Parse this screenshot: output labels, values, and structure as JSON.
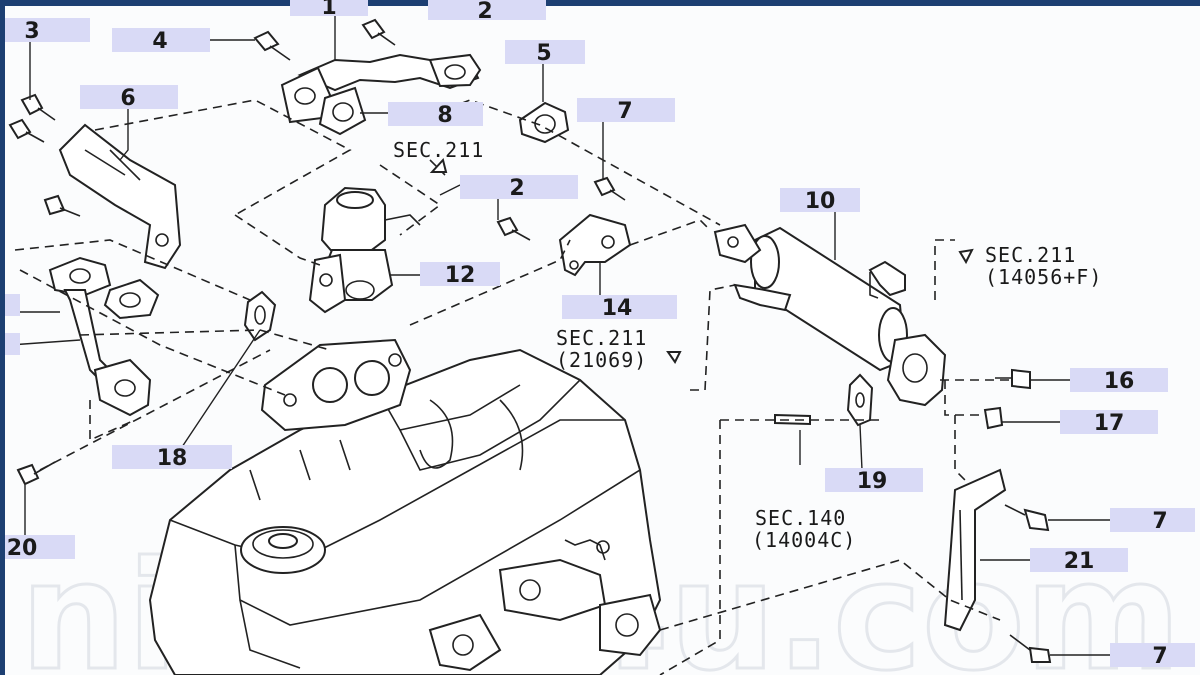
{
  "diagram": {
    "callouts": [
      "1",
      "2",
      "3",
      "4",
      "5",
      "6",
      "7",
      "8",
      "2",
      "10",
      "12",
      "14",
      "16",
      "17",
      "18",
      "19",
      "20",
      "21",
      "7",
      "7"
    ],
    "references": [
      {
        "line1": "SEC.211",
        "line2": ""
      },
      {
        "line1": "SEC.211",
        "line2": "(14056+F)"
      },
      {
        "line1": "SEC.211",
        "line2": "(21069)"
      },
      {
        "line1": "SEC.140",
        "line2": "(14004C)"
      }
    ],
    "watermark": "nissan4u.com",
    "colors": {
      "border": "#1d3f72",
      "label_box": "#d9daf6",
      "line": "#222222",
      "background": "#fbfcfd"
    }
  }
}
